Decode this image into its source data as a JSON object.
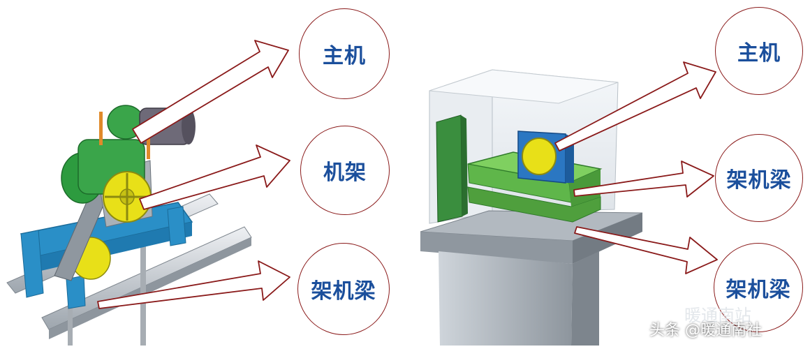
{
  "labels": {
    "left_main": "主机",
    "left_frame": "机架",
    "left_beam": "架机梁",
    "right_main": "主机",
    "right_beam_top": "架机梁",
    "right_beam_bottom": "架机梁"
  },
  "watermark": {
    "ghost": "暖通南站",
    "text": "头条 @暖通南社"
  },
  "colors": {
    "arrow": "#8a1a1a",
    "label_text": "#1b4f9c",
    "machine_green": "#3aa54a",
    "frame_blue": "#2a8fc7",
    "wheel_yellow": "#e8e018"
  }
}
